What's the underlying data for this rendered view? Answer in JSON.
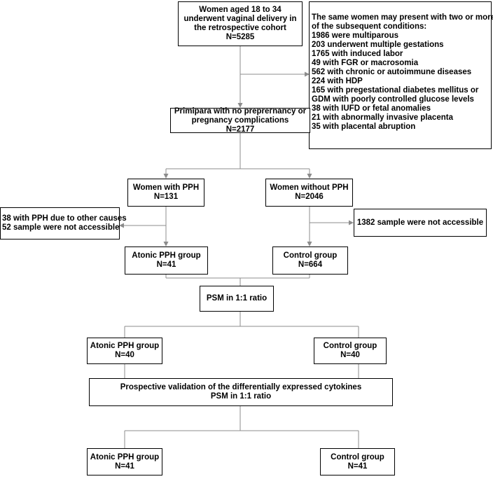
{
  "boxes": {
    "cohort": [
      "Women aged 18 to 34",
      "underwent vaginal delivery in",
      "the retrospective cohort",
      "N=5285"
    ],
    "exclusions": [
      "The same women may present with two or more",
      "of the subsequent conditions:",
      "1986 were multiparous",
      "203 underwent multiple gestations",
      "1765 with induced labor",
      "49 with FGR or macrosomia",
      "562 with chronic or autoimmune diseases",
      "224 with HDP",
      "165 with pregestational diabetes mellitus or",
      "GDM with poorly controlled  glucose levels",
      "38 with IUFD or fetal anomalies",
      "21 with abnormally invasive placenta",
      "35 with placental abruption"
    ],
    "primipara": [
      "Primipara with no preprегnancy or",
      "pregnancy complications",
      "N=2177"
    ],
    "pph": [
      "Women with  PPH",
      "N=131"
    ],
    "no_pph": [
      "Women without PPH",
      "N=2046"
    ],
    "pph_excluded": [
      "38 with PPH due to other causes",
      "52 sample were not accessible"
    ],
    "no_pph_excluded": [
      "1382 sample were not accessible"
    ],
    "atonic_1": [
      "Atonic PPH group",
      "N=41"
    ],
    "control_1": [
      "Control group",
      "N=664"
    ],
    "psm_1": [
      "PSM in 1:1 ratio"
    ],
    "atonic_2": [
      "Atonic PPH group",
      "N=40"
    ],
    "control_2": [
      "Control group",
      "N=40"
    ],
    "prospective": [
      "Prospective  validation of the differentially expressed cytokines",
      "PSM in 1:1 ratio"
    ],
    "atonic_3": [
      "Atonic PPH group",
      "N=41"
    ],
    "control_3": [
      "Control group",
      "N=41"
    ]
  }
}
